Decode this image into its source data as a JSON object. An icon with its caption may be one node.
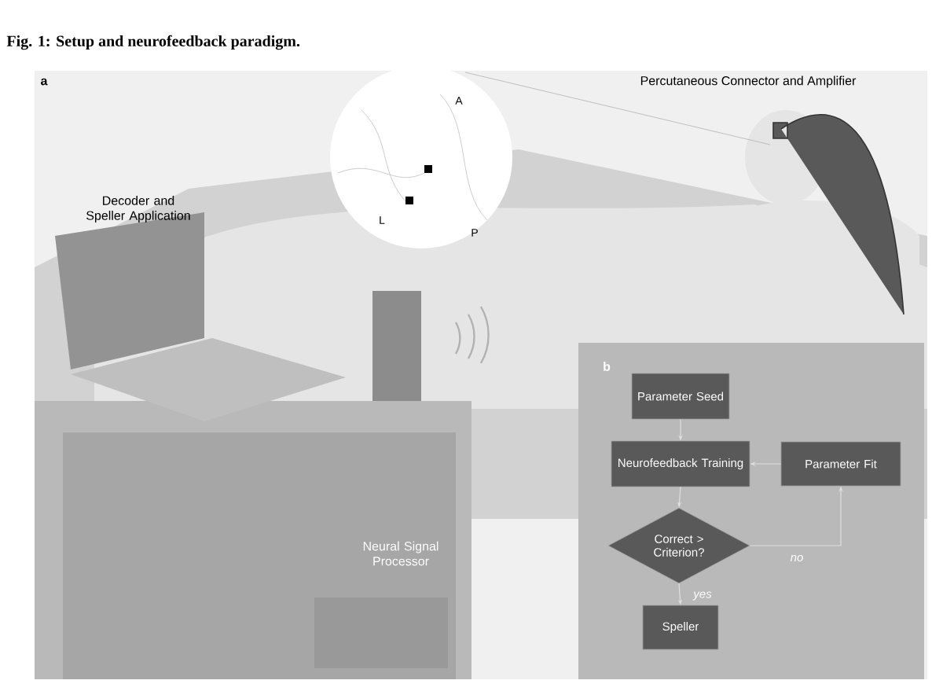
{
  "diagram": {
    "title": "Fig. 1: Setup and neurofeedback paradigm.",
    "nodes": [
      {
        "text": [
          "Parameter Seed"
        ]
      },
      {
        "text": [
          "Neurofeedback Training"
        ]
      },
      {
        "text": [
          "Parameter Fit"
        ]
      },
      {
        "text": [
          "Correct > Criterion?"
        ]
      },
      {
        "text": [
          "Speller"
        ]
      }
    ],
    "edges": [
      {
        "from": 0,
        "to": 1,
        "arrow": "to"
      },
      {
        "from": 1,
        "to": 3,
        "arrow": "to"
      },
      {
        "from": 2,
        "to": 1,
        "arrow": "to"
      },
      {
        "from": 3,
        "to": 2,
        "arrow": "to",
        "label": "no"
      },
      {
        "from": 3,
        "to": 4,
        "arrow": "to",
        "label": "yes"
      }
    ],
    "labels": [
      "a",
      "Percutaneous Connector and Amplifier",
      "A",
      "Decoder and Speller Application",
      "L",
      "P",
      "Neural Signal Processor",
      "b"
    ]
  }
}
